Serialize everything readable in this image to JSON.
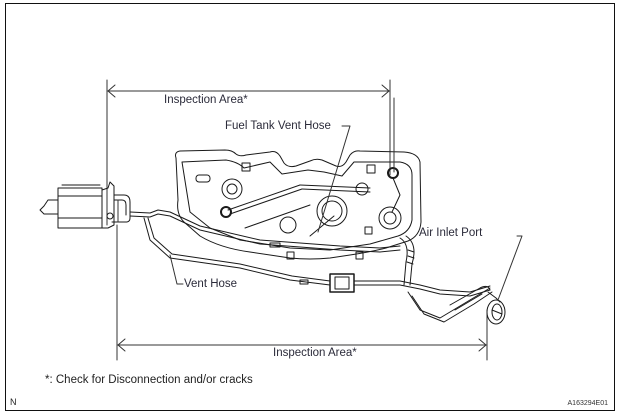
{
  "diagram": {
    "title_labels": {
      "inspection_area_top": "Inspection Area*",
      "inspection_area_bottom": "Inspection Area*",
      "fuel_tank_vent_hose": "Fuel Tank Vent Hose",
      "vent_hose": "Vent Hose",
      "air_inlet_port": "Air Inlet Port"
    },
    "footnote": "*: Check for Disconnection and/or cracks",
    "orientation_mark": "N",
    "figure_id": "A163294E01",
    "line_color": "#1a1a1a"
  }
}
